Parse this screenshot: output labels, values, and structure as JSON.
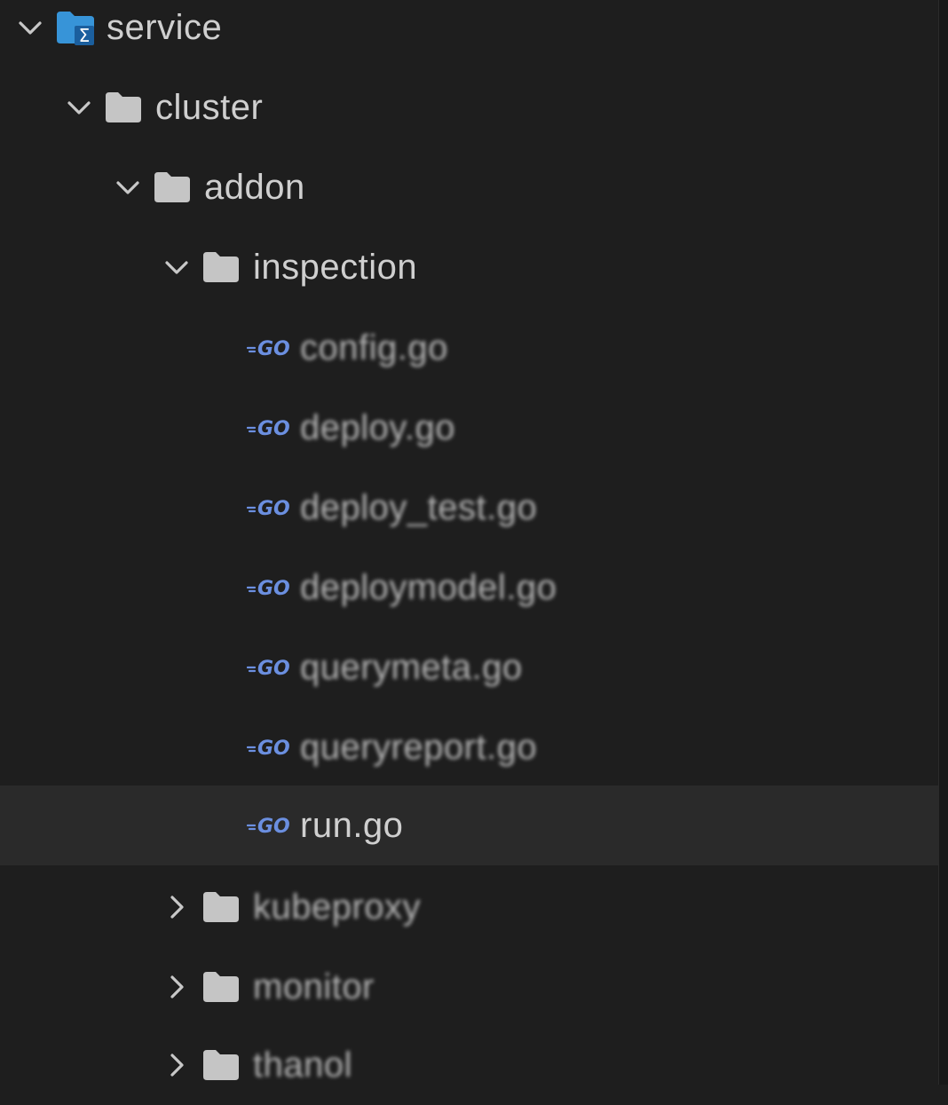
{
  "explorer": {
    "root": {
      "label": "service",
      "icon": "service-folder-icon",
      "expanded": true
    },
    "cluster": {
      "label": "cluster",
      "icon": "folder-icon",
      "expanded": true
    },
    "addon": {
      "label": "addon",
      "icon": "folder-icon",
      "expanded": true
    },
    "inspection": {
      "label": "inspection",
      "icon": "folder-icon",
      "expanded": true
    },
    "files": [
      {
        "label": "config.go",
        "icon": "go-file-icon"
      },
      {
        "label": "deploy.go",
        "icon": "go-file-icon"
      },
      {
        "label": "deploy_test.go",
        "icon": "go-file-icon"
      },
      {
        "label": "deploymodel.go",
        "icon": "go-file-icon"
      },
      {
        "label": "querymeta.go",
        "icon": "go-file-icon"
      },
      {
        "label": "queryreport.go",
        "icon": "go-file-icon"
      },
      {
        "label": "run.go",
        "icon": "go-file-icon",
        "selected": true
      }
    ],
    "collapsed": [
      {
        "label": "kubeproxy",
        "icon": "folder-icon",
        "expanded": false
      },
      {
        "label": "monitor",
        "icon": "folder-icon",
        "expanded": false
      },
      {
        "label": "thanol",
        "icon": "folder-icon",
        "expanded": false
      }
    ]
  },
  "colors": {
    "background": "#1e1e1e",
    "selected_row": "#2a2a2a",
    "text": "#cfcfcf",
    "folder": "#c5c5c5",
    "service_folder": "#3794d8",
    "go_icon": "#6b8fe0"
  }
}
